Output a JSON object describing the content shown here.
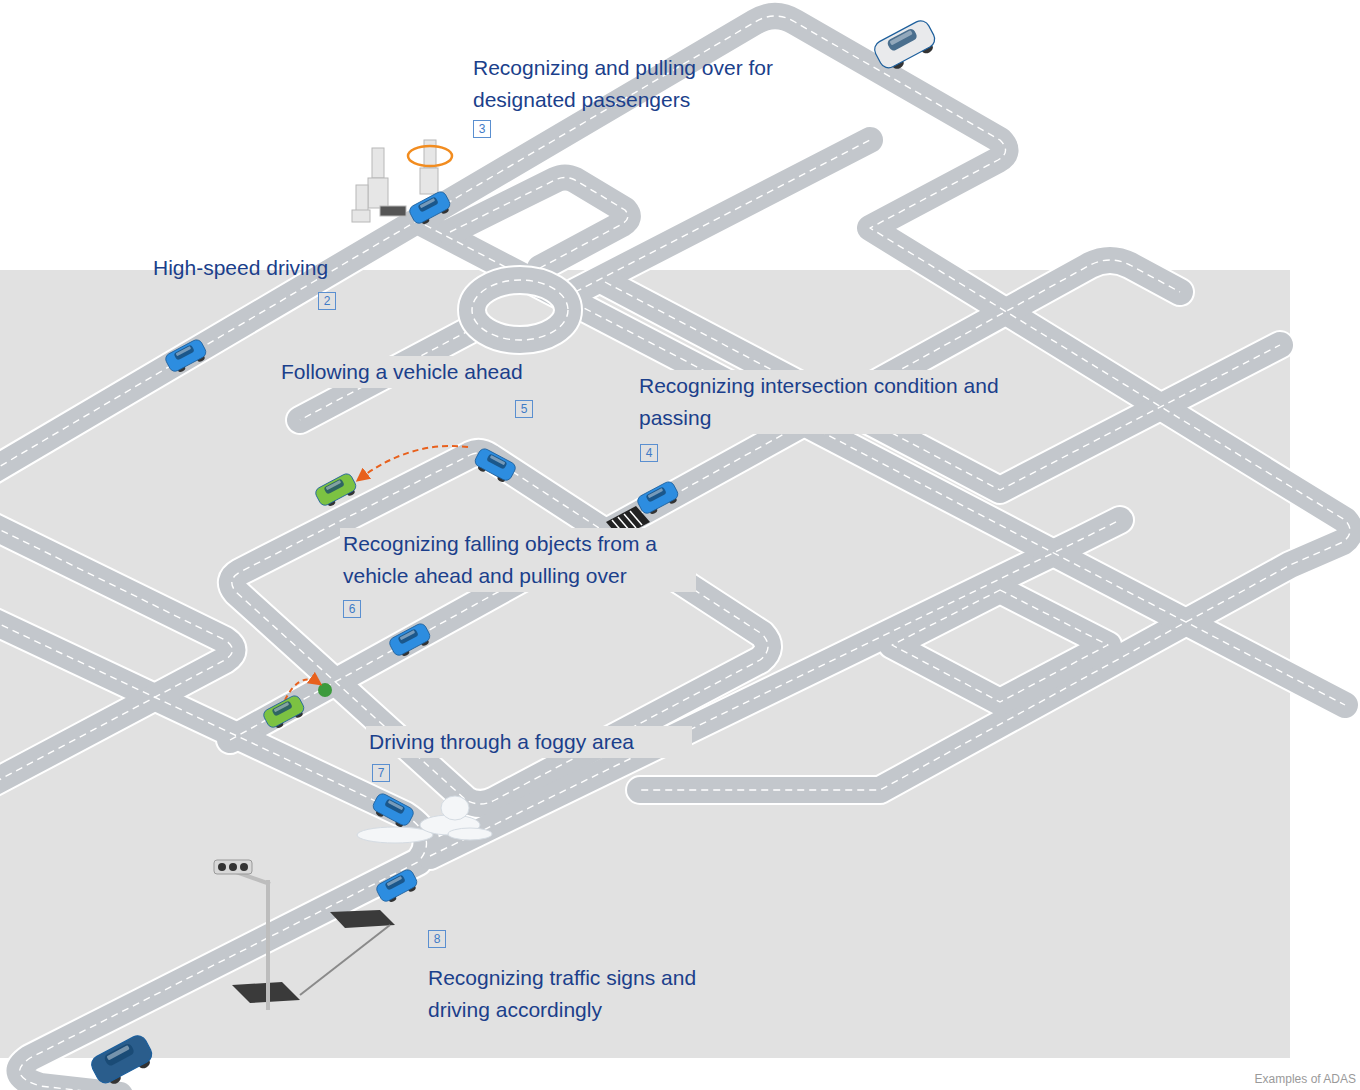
{
  "diagram": {
    "caption": "Examples of ADAS",
    "labels": [
      "Recognizing and pulling over for designated passengers",
      "3",
      "High-speed driving",
      "2",
      "Following a vehicle ahead",
      "5",
      "Recognizing intersection condition and passing",
      "4",
      "Recognizing falling objects from a vehicle ahead and pulling over",
      "6",
      "Driving through a foggy area",
      "7",
      "8",
      "Recognizing traffic signs and driving accordingly"
    ]
  }
}
